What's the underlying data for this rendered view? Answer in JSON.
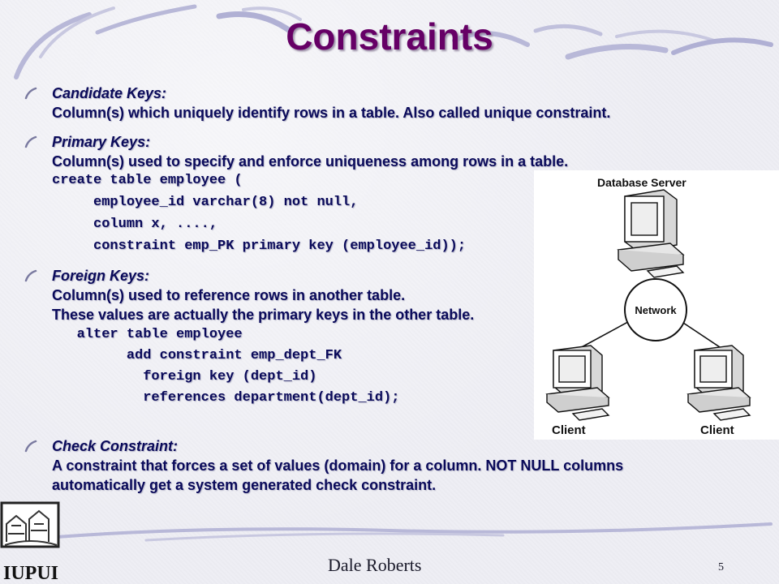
{
  "slide": {
    "title": "Constraints",
    "author": "Dale Roberts",
    "page_number": "5",
    "logo_text": "IUPUI"
  },
  "bullets": {
    "candidate": {
      "heading": "Candidate Keys:",
      "text": "Column(s) which uniquely identify rows in a table. Also called unique constraint."
    },
    "primary": {
      "heading": "Primary Keys:",
      "text": "Column(s) used to specify and enforce uniqueness among rows in a table.",
      "code": [
        "create table employee (",
        "     employee_id varchar(8) not null,",
        "     column x, ....,",
        "     constraint emp_PK primary key (employee_id));"
      ]
    },
    "foreign": {
      "heading": "Foreign Keys:",
      "text1": "Column(s) used to reference rows in another table.",
      "text2": "These values are actually the primary keys in the other table.",
      "code": [
        "   alter table employee",
        "         add constraint emp_dept_FK",
        "           foreign key (dept_id)",
        "           references department(dept_id);"
      ]
    },
    "check": {
      "heading": "Check Constraint:",
      "text1": "A constraint that forces a set of values (domain) for a column. NOT NULL columns",
      "text2": "automatically get a system generated check constraint."
    }
  },
  "diagram": {
    "server_label": "Database Server",
    "network_label": "Network",
    "client_left_label": "Client",
    "client_right_label": "Client"
  },
  "colors": {
    "title": "#660066",
    "body_text": "#0a0a5a",
    "swoosh": "#b8b8d8"
  }
}
